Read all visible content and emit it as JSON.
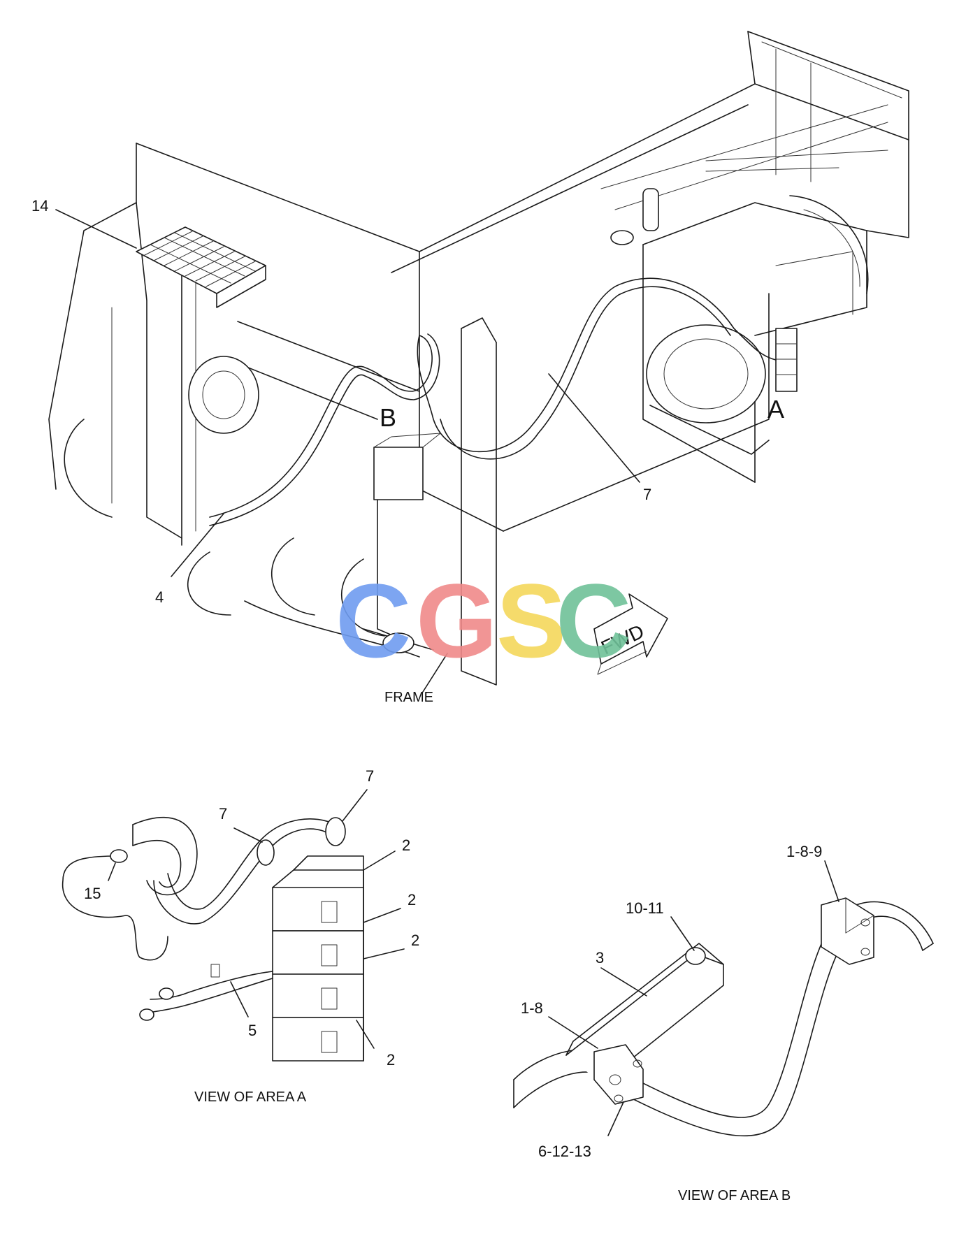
{
  "callouts": {
    "main_14": "14",
    "main_4": "4",
    "main_7": "7",
    "area_a_7_left": "7",
    "area_a_7_right": "7",
    "area_a_2_a": "2",
    "area_a_2_b": "2",
    "area_a_2_c": "2",
    "area_a_2_d": "2",
    "area_a_15": "15",
    "area_a_5": "5",
    "area_b_1_8_9": "1-8-9",
    "area_b_10_11": "10-11",
    "area_b_3": "3",
    "area_b_1_8": "1-8",
    "area_b_6_12_13": "6-12-13"
  },
  "labels": {
    "area_a": "A",
    "area_b": "B",
    "frame": "FRAME",
    "fwd": "FWD",
    "view_a": "VIEW OF AREA  A",
    "view_b": "VIEW OF AREA B"
  },
  "watermark": {
    "letters": [
      "C",
      "G",
      "S",
      "C"
    ],
    "colors": [
      "#6f9cf0",
      "#f08a8a",
      "#f5d85c",
      "#6fc199"
    ]
  }
}
